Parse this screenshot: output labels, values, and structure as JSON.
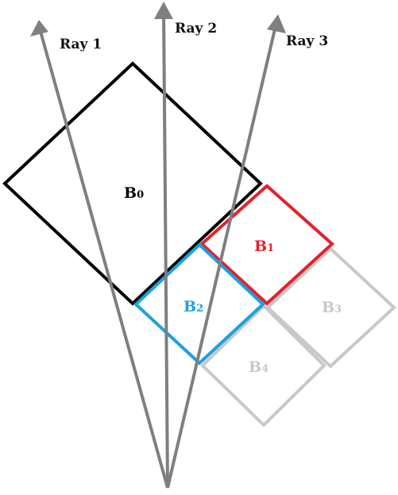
{
  "rays": [
    {
      "label": "Ray 1"
    },
    {
      "label": "Ray 2"
    },
    {
      "label": "Ray 3"
    }
  ],
  "boxes": [
    {
      "letter": "B",
      "index": "0",
      "color": "#000000"
    },
    {
      "letter": "B",
      "index": "1",
      "color": "#e3212b"
    },
    {
      "letter": "B",
      "index": "2",
      "color": "#1ba1e2"
    },
    {
      "letter": "B",
      "index": "3",
      "color": "#c8c8c8"
    },
    {
      "letter": "B",
      "index": "4",
      "color": "#c8c8c8"
    }
  ],
  "colors": {
    "ray": "#7f7f7f",
    "background": "#ffffff"
  }
}
